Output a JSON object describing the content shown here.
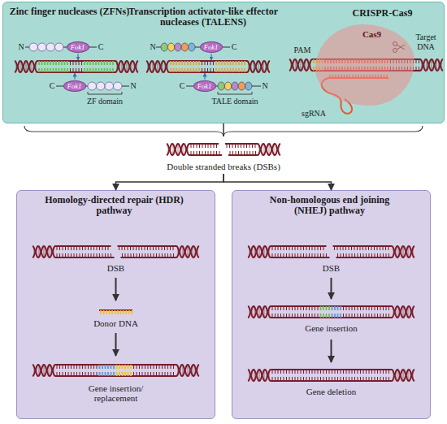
{
  "diagram": {
    "nodes": [
      {
        "text": [
          "Zinc finger nucleases (ZFNs)",
          "Transcription activator-like effector nucleases (TALENS)",
          "CRISPR-Cas9"
        ]
      },
      {
        "text": [
          "Fok1"
        ],
        "in": 0
      },
      {
        "text": [
          "Fok1"
        ],
        "in": 0
      },
      {
        "text": [
          "Fok1"
        ],
        "in": 0
      },
      {
        "text": [
          "Fok1"
        ],
        "in": 0
      },
      {
        "text": [
          "Cas9"
        ],
        "in": 0
      },
      {
        "text": [
          "Double stranded breaks (DSBs)"
        ]
      },
      {
        "text": [
          "Homology-directed repair (HDR) pathway"
        ]
      },
      {
        "text": [
          "Non-homologous end joining (NHEJ) pathway"
        ]
      }
    ],
    "edges": [
      {
        "from": 0,
        "to": 6,
        "arrow": "none"
      },
      {
        "from": 6,
        "to": 7,
        "arrow": "to"
      },
      {
        "from": 6,
        "to": 8,
        "arrow": "to"
      }
    ],
    "labels": [
      "N",
      "C",
      "C",
      "N",
      "N",
      "C",
      "C",
      "N",
      "ZF domain",
      "TALE domain",
      "PAM",
      "Target DNA",
      "sgRNA",
      "DSB",
      "Donor DNA",
      "Gene insertion/ replacement",
      "DSB",
      "Gene insertion",
      "Gene deletion"
    ]
  }
}
